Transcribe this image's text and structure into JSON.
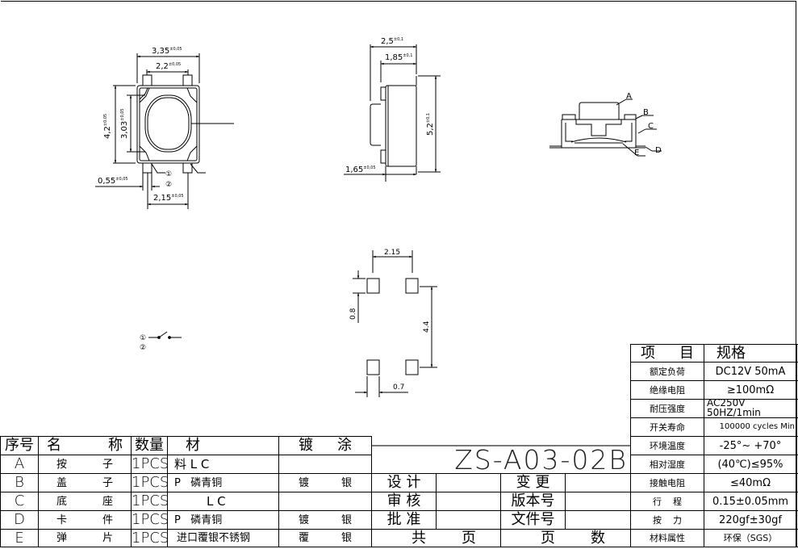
{
  "drawing": {
    "part_number": "ZS-A03-02B",
    "top_view": {
      "dimensions": {
        "overall_width": "3,35",
        "overall_width_tol": "±0,05",
        "inner_width": "2,2",
        "inner_width_tol": "±0,05",
        "overall_height": "4,2",
        "overall_height_tol": "±0,05",
        "inner_height": "3,03",
        "inner_height_tol": "±0,05",
        "pin_width": "0,55",
        "pin_width_tol": "±0,05",
        "pin_pitch": "2,15",
        "pin_pitch_tol": "±0,05"
      },
      "pin_labels": [
        "①",
        "②"
      ]
    },
    "side_view": {
      "dimensions": {
        "total_depth": "2,5",
        "total_depth_tol": "±0,1",
        "body_depth": "1,85",
        "body_depth_tol": "±0,1",
        "length": "5,2",
        "length_tol": "±0,1",
        "base_depth": "1,65",
        "base_depth_tol": "±0,05"
      }
    },
    "section_view": {
      "callouts": [
        "A",
        "B",
        "C",
        "D",
        "E"
      ]
    },
    "footprint": {
      "dimensions": {
        "pad_pitch_x": "2.15",
        "pad_height": "0.8",
        "pad_pitch_y": "4.4",
        "pad_width": "0.7"
      }
    },
    "schematic": {
      "pins": [
        "①",
        "②"
      ],
      "symbol": "switch-open"
    }
  },
  "bom_table": {
    "headers": {
      "index": "序号",
      "name_a": "名",
      "name_b": "称",
      "qty": "数量",
      "material": "材",
      "plating_a": "镀",
      "plating_b": "涂"
    },
    "rows": [
      {
        "index": "A",
        "name_a": "按",
        "name_b": "子",
        "qty": "1PCS",
        "material": "料 L C",
        "plating_a": "",
        "plating_b": ""
      },
      {
        "index": "B",
        "name_a": "盖",
        "name_b": "子",
        "qty": "1PCS",
        "material": "P   磷青铜",
        "plating_a": "镀",
        "plating_b": "银"
      },
      {
        "index": "C",
        "name_a": "底",
        "name_b": "座",
        "qty": "1PCS",
        "material": "L C",
        "plating_a": "",
        "plating_b": ""
      },
      {
        "index": "D",
        "name_a": "卡",
        "name_b": "件",
        "qty": "1PCS",
        "material": "P   磷青铜",
        "plating_a": "镀",
        "plating_b": "银"
      },
      {
        "index": "E",
        "name_a": "弹",
        "name_b": "片",
        "qty": "1PCS",
        "material": "进口覆银不锈钢",
        "plating_a": "覆",
        "plating_b": "银"
      }
    ]
  },
  "title_block": {
    "code": "ZS-A03-02B",
    "fields": [
      {
        "label": "设 计",
        "value": "",
        "label2": "变 更",
        "value2": ""
      },
      {
        "label": "审 核",
        "value": "",
        "label2": "版本号",
        "value2": ""
      },
      {
        "label": "批 准",
        "value": "",
        "label2": "文件号",
        "value2": ""
      }
    ],
    "footer": {
      "total_pages_a": "共",
      "total_pages_b": "页",
      "page_no_a": "页",
      "page_no_b": "数"
    }
  },
  "spec_table": {
    "headers": {
      "item_a": "项",
      "item_b": "目",
      "spec": "规格"
    },
    "rows": [
      {
        "item": "额定负荷",
        "value": "DC12V  50mA"
      },
      {
        "item": "绝缘电阻",
        "value": "≥100mΩ"
      },
      {
        "item": "耐压强度",
        "value": "AC250V 50HZ/1min"
      },
      {
        "item": "开关寿命",
        "value": "100000 cycles Min"
      },
      {
        "item": "环境温度",
        "value": "-25°~ +70°"
      },
      {
        "item": "相对湿度",
        "value": "(40℃)≤95%"
      },
      {
        "item": "接触电阻",
        "value": "≤40mΩ"
      },
      {
        "item": "行    程",
        "value": "0.15±0.05mm"
      },
      {
        "item": "按    力",
        "value": "220gf±30gf"
      },
      {
        "item": "材料属性",
        "value": "环保（SGS）"
      }
    ]
  }
}
